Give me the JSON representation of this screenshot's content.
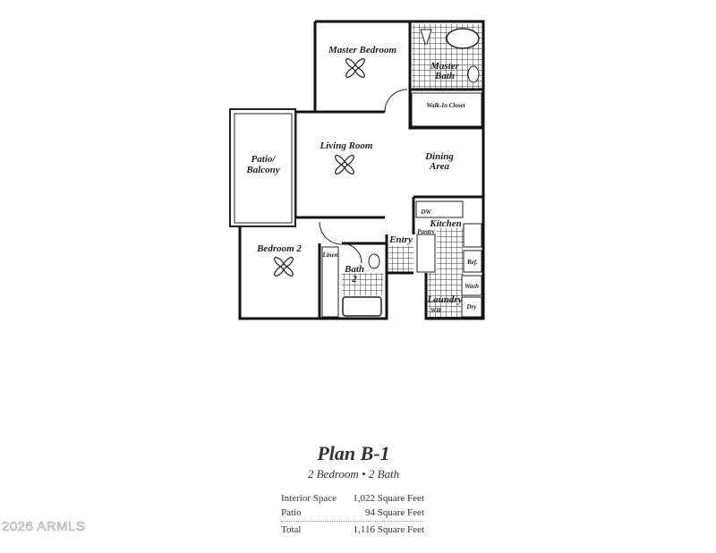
{
  "plan": {
    "rooms": {
      "master_bedroom": "Master Bedroom",
      "master_bath_1": "Master",
      "master_bath_2": "Bath",
      "walk_in_closet": "Walk-In Closet",
      "living_room": "Living Room",
      "dining_1": "Dining",
      "dining_2": "Area",
      "patio_1": "Patio/",
      "patio_2": "Balcony",
      "bedroom_2": "Bedroom 2",
      "bath_2_1": "Bath",
      "bath_2_2": "2",
      "linen": "Linen",
      "entry": "Entry",
      "kitchen": "Kitchen",
      "dw": "DW",
      "pantry": "Pantry",
      "ref": "Ref.",
      "wash": "Wash",
      "dry": "Dry",
      "laundry": "Laundry",
      "wh": "WH"
    }
  },
  "caption": {
    "title": "Plan B-1",
    "subtitle": "2 Bedroom • 2 Bath",
    "rows": [
      {
        "label": "Interior Space",
        "value": "1,022 Square Feet"
      },
      {
        "label": "Patio",
        "value": "94 Square Feet"
      },
      {
        "label": "Total",
        "value": "1,116 Square Feet"
      }
    ]
  },
  "watermark": "2026 ARMLS"
}
